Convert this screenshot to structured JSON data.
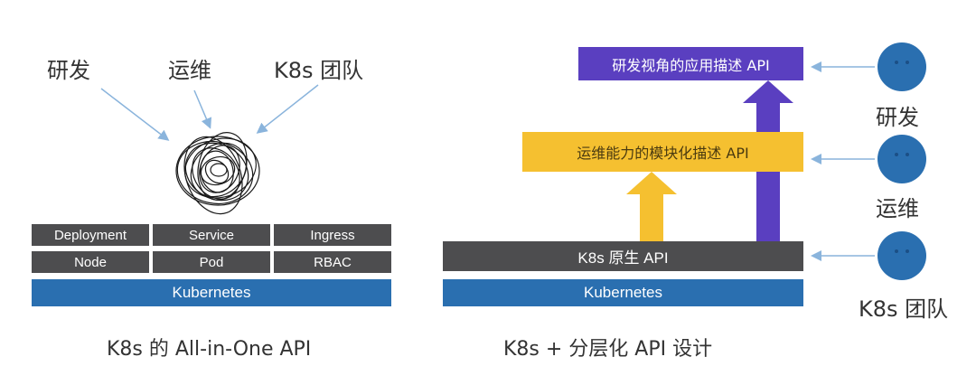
{
  "left": {
    "roles": [
      "研发",
      "运维",
      "K8s 团队"
    ],
    "grid_row1": [
      "Deployment",
      "Service",
      "Ingress"
    ],
    "grid_row2": [
      "Node",
      "Pod",
      "RBAC"
    ],
    "base": "Kubernetes",
    "caption": "K8s 的 All-in-One API"
  },
  "right": {
    "top_box": "研发视角的应用描述 API",
    "middle_box": "运维能力的模块化描述 API",
    "native_bar": "K8s 原生 API",
    "base": "Kubernetes",
    "caption": "K8s + 分层化 API 设计",
    "roles": [
      "研发",
      "运维",
      "K8s 团队"
    ]
  },
  "colors": {
    "dark_gray": "#4d4d4f",
    "blue": "#2a6fb0",
    "purple": "#5a3fc0",
    "yellow": "#f5c030",
    "arrow_line": "#8ab4dc"
  }
}
